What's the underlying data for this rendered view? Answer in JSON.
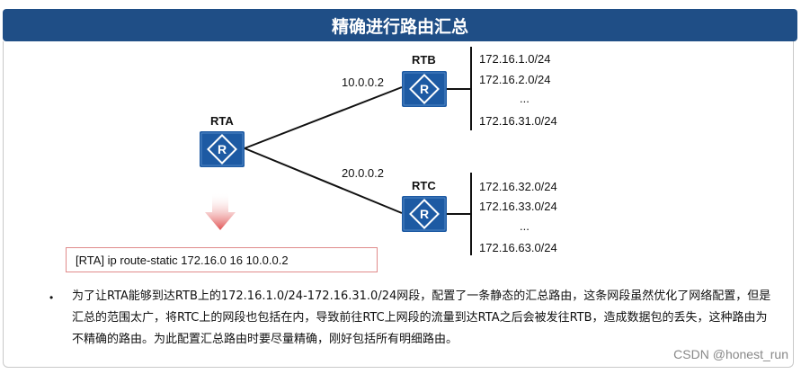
{
  "title": "精确进行路由汇总",
  "routers": {
    "rta": {
      "label": "RTA"
    },
    "rtb": {
      "label": "RTB"
    },
    "rtc": {
      "label": "RTC"
    }
  },
  "links": {
    "rta_rtb": {
      "next_hop": "10.0.0.2"
    },
    "rta_rtc": {
      "next_hop": "20.0.0.2"
    }
  },
  "rtb_routes": [
    "172.16.1.0/24",
    "172.16.2.0/24",
    "...",
    "172.16.31.0/24"
  ],
  "rtc_routes": [
    "172.16.32.0/24",
    "172.16.33.0/24",
    "...",
    "172.16.63.0/24"
  ],
  "command": "[RTA] ip route-static 172.16.0 16 10.0.0.2",
  "bullet": "为了让RTA能够到达RTB上的172.16.1.0/24-172.16.31.0/24网段，配置了一条静态的汇总路由，这条网段虽然优化了网络配置，但是汇总的范围太广，将RTC上的网段也包括在内，导致前往RTC上网段的流量到达RTA之后会被发往RTB，造成数据包的丢失，这种路由为不精确的路由。为此配置汇总路由时要尽量精确，刚好包括所有明细路由。",
  "watermark": "CSDN @honest_run",
  "colors": {
    "title_bg": "#1f4e86",
    "router_blue": "#1d5aa3",
    "arrow_red": "#e05050",
    "cmd_border": "#e08b8b"
  }
}
